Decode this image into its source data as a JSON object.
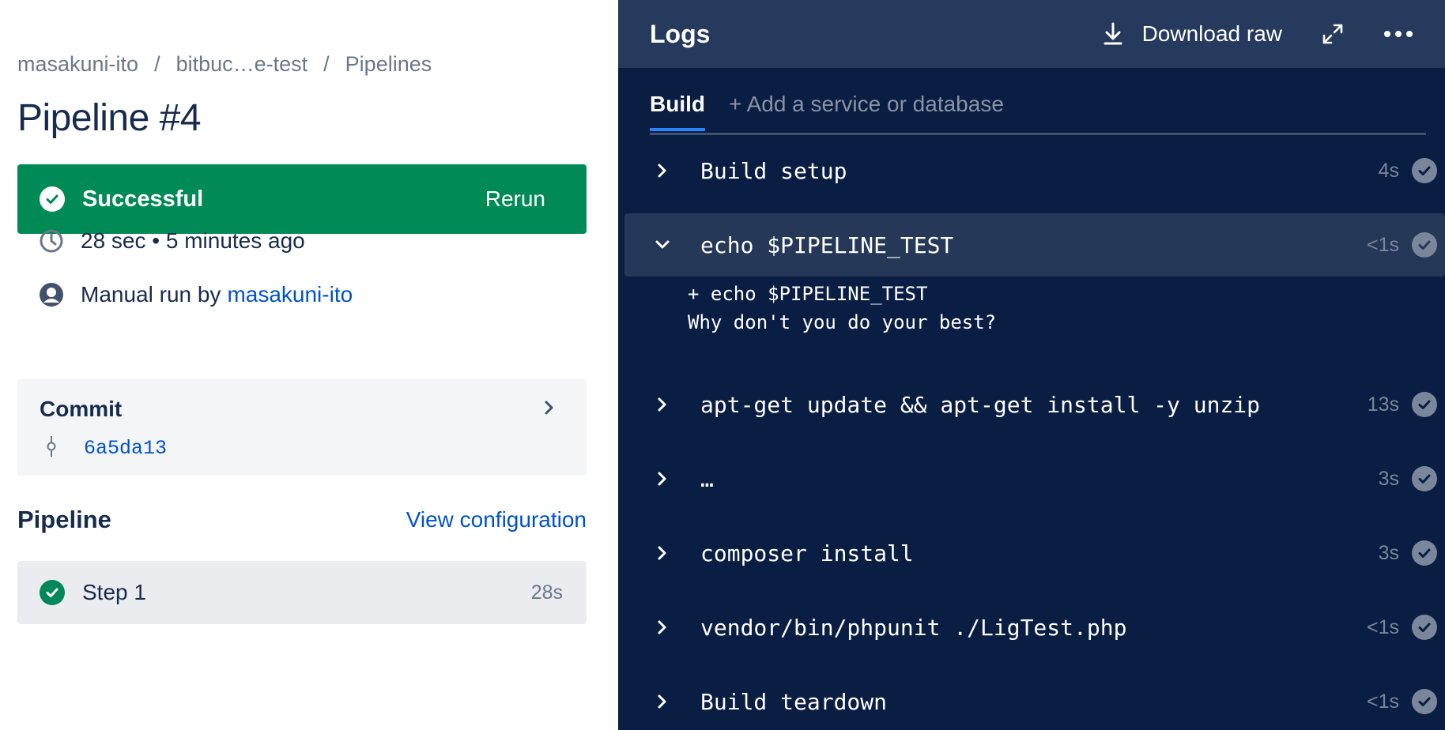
{
  "breadcrumb": {
    "items": [
      "masakuni-ito",
      "bitbuc…e-test",
      "Pipelines"
    ],
    "separator": "/"
  },
  "pipeline": {
    "title": "Pipeline #4",
    "status_label": "Successful",
    "rerun_label": "Rerun",
    "duration_text": "28 sec • 5 minutes ago",
    "trigger_prefix": "Manual run by",
    "trigger_user": "masakuni-ito"
  },
  "commit": {
    "title": "Commit",
    "hash": "6a5da13"
  },
  "pipeline_section": {
    "heading": "Pipeline",
    "view_config_label": "View configuration",
    "steps": [
      {
        "name": "Step 1",
        "duration": "28s"
      }
    ]
  },
  "logs": {
    "title": "Logs",
    "download_label": "Download raw",
    "tabs": {
      "active": "Build",
      "add": "+ Add a service or database"
    },
    "rows": [
      {
        "command": "Build setup",
        "time": "4s"
      },
      {
        "command": "echo $PIPELINE_TEST",
        "time": "<1s",
        "expanded": true
      },
      {
        "command": "apt-get update && apt-get install -y unzip",
        "time": "13s"
      },
      {
        "command": "…",
        "time": "3s"
      },
      {
        "command": "composer install",
        "time": "3s"
      },
      {
        "command": "vendor/bin/phpunit ./LigTest.php",
        "time": "<1s"
      },
      {
        "command": "Build teardown",
        "time": "<1s"
      }
    ],
    "expanded_output": {
      "line1": "+ echo $PIPELINE_TEST",
      "line2": "Why don't you do your best?"
    }
  },
  "colors": {
    "success_green": "#008a56",
    "link_blue": "#0052cc",
    "log_background": "#0a1e44",
    "log_header": "#263a5e",
    "tab_underline": "#2684ff"
  },
  "icons": [
    "check-circle-icon",
    "clock-icon",
    "user-avatar-icon",
    "chevron-right-icon",
    "commit-icon",
    "download-icon",
    "expand-icon",
    "more-icon",
    "chevron-down-icon"
  ]
}
